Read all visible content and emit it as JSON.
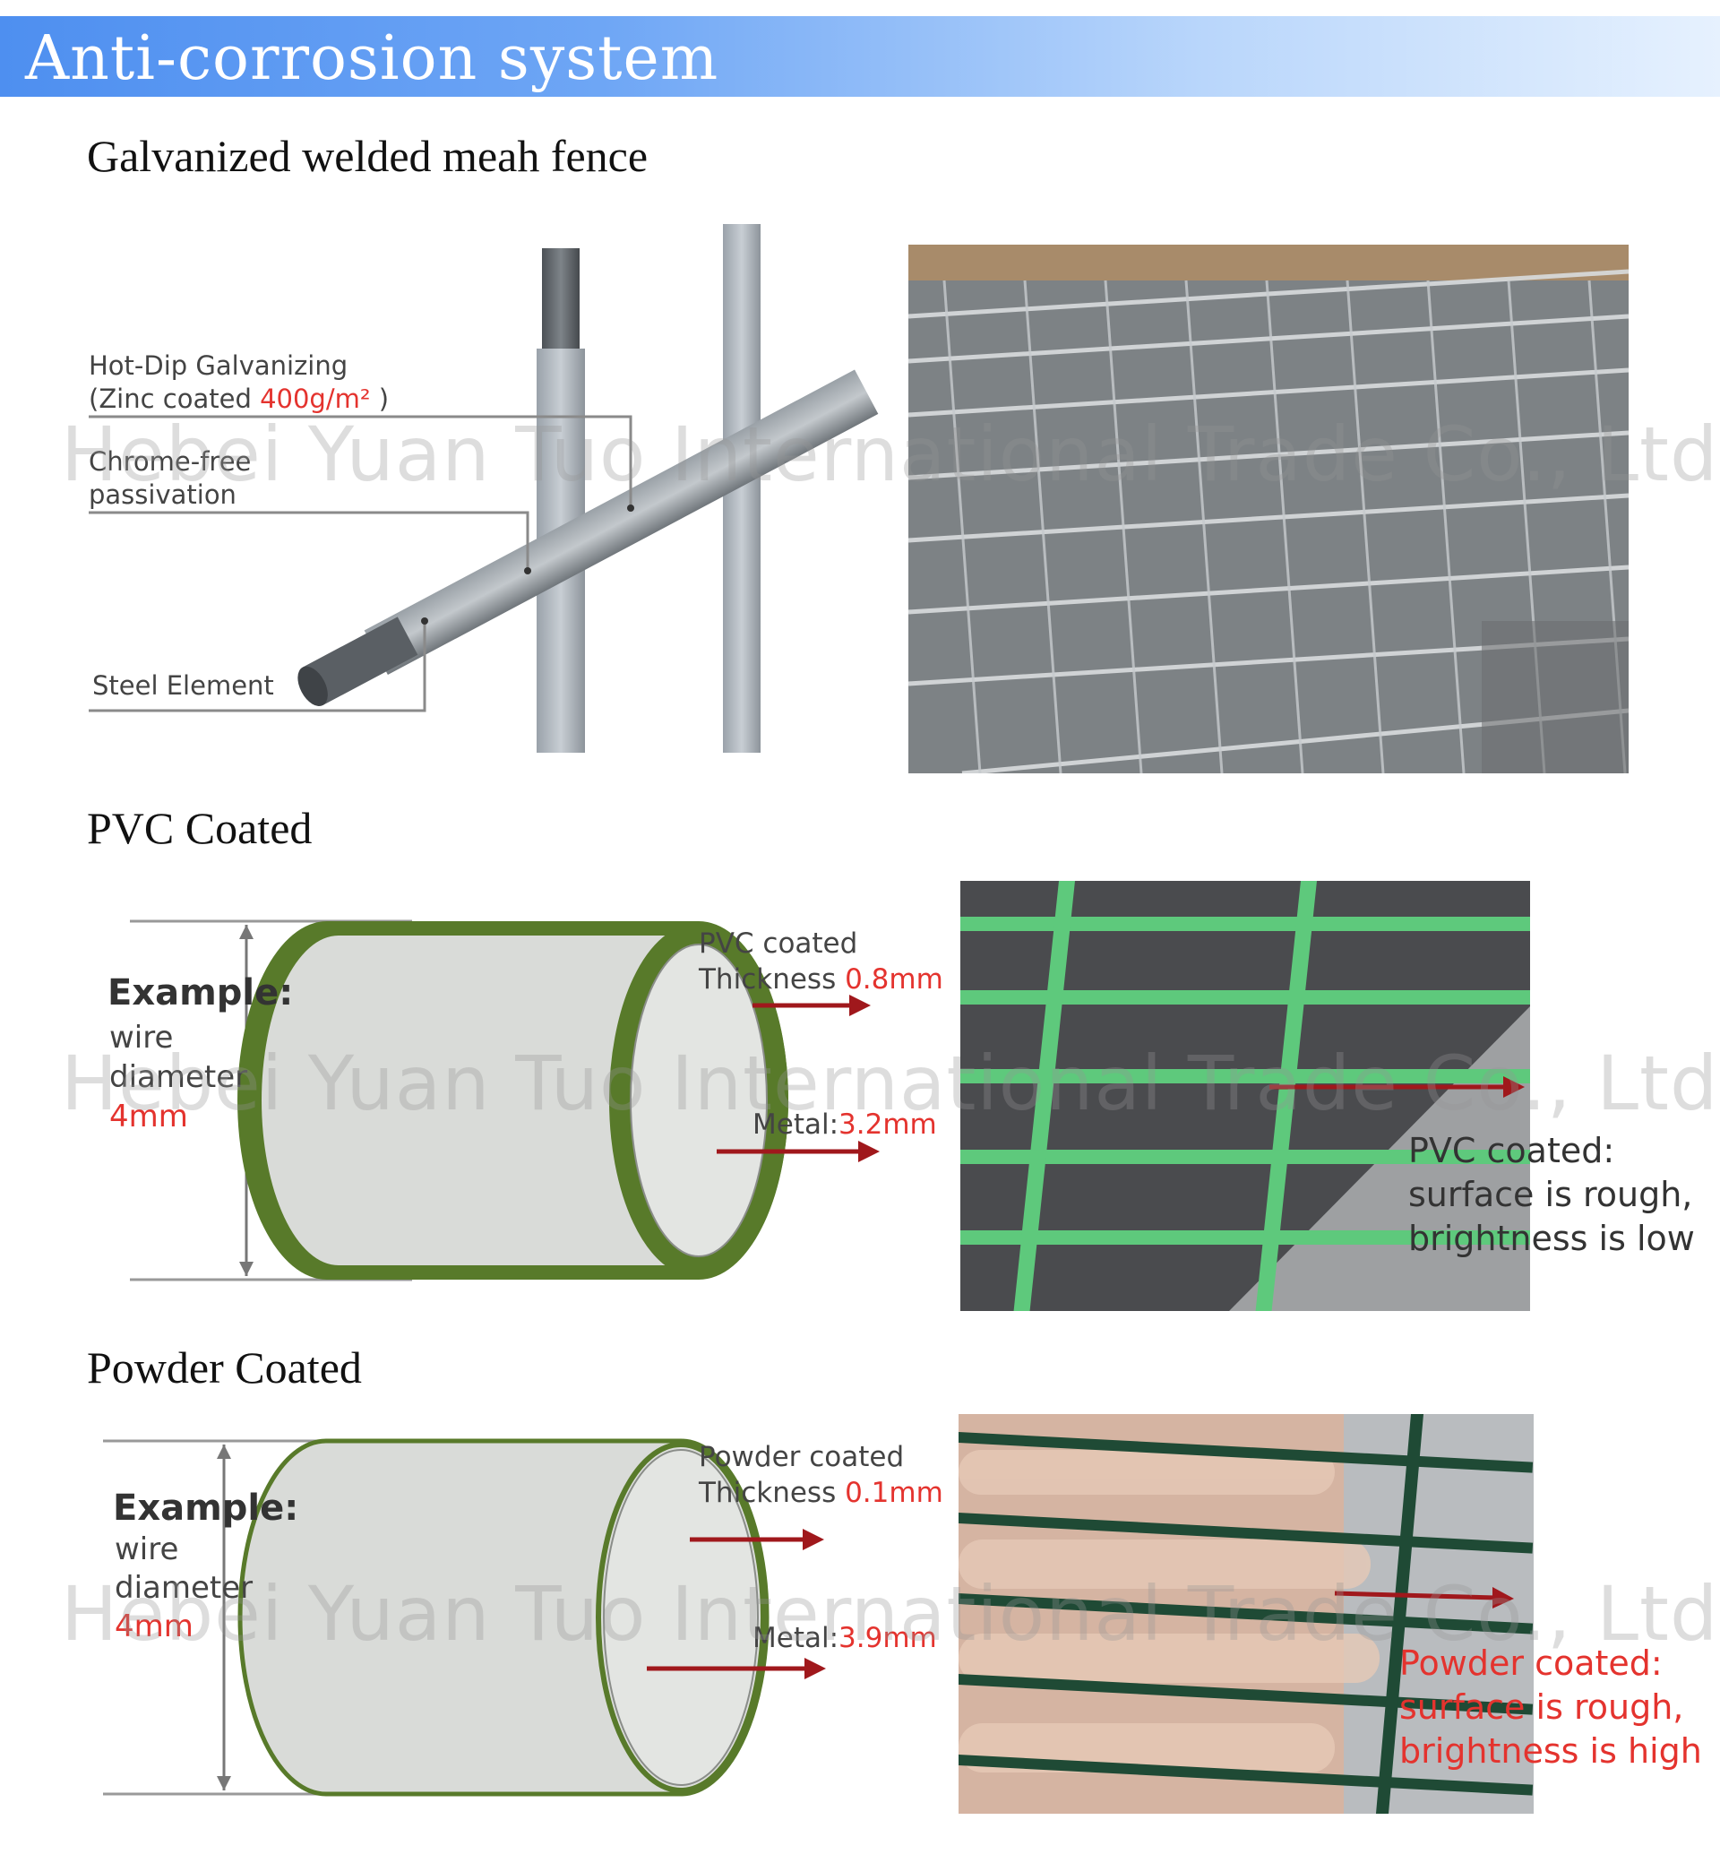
{
  "banner": {
    "title": "Anti-corrosion system"
  },
  "watermark": "Hebei Yuan Tuo International Trade Co., Ltd.",
  "sections": [
    {
      "title": "Galvanized welded meah fence",
      "diagram": {
        "layers": [
          {
            "label_line1": "Hot-Dip Galvanizing",
            "label_line2": "(Zinc coated ",
            "label_value": "400g/m²",
            "label_end": " )"
          },
          {
            "label_line1": "Chrome-free",
            "label_line2": "passivation"
          },
          {
            "label_line1": "Steel Element"
          }
        ]
      }
    },
    {
      "title": "PVC Coated",
      "diagram": {
        "example_label": "Example:",
        "wire_label_line1": "wire",
        "wire_label_line2": "diameter",
        "wire_value": "4mm",
        "coating_line1": "PVC coated",
        "coating_line2": "Thickness ",
        "coating_value": "0.8mm",
        "metal_label": "Metal:",
        "metal_value": "3.2mm"
      },
      "photo": {
        "caption_line1": "PVC coated:",
        "caption_line2": "surface is rough,",
        "caption_line3": "brightness is low"
      }
    },
    {
      "title": "Powder Coated",
      "diagram": {
        "example_label": "Example:",
        "wire_label_line1": "wire",
        "wire_label_line2": "diameter",
        "wire_value": "4mm",
        "coating_line1": "Powder coated",
        "coating_line2": "Thickness ",
        "coating_value": "0.1mm",
        "metal_label": "Metal:",
        "metal_value": "3.9mm"
      },
      "photo": {
        "caption_line1": "Powder coated:",
        "caption_line2": "surface is rough,",
        "caption_line3": "brightness is high"
      }
    }
  ],
  "colors": {
    "banner_blue": "#4e8ff0",
    "accent_red": "#e4332e",
    "pvc_green": "#5ec97c",
    "powder_green": "#1f4a35",
    "cylinder_green": "#587a2a"
  }
}
